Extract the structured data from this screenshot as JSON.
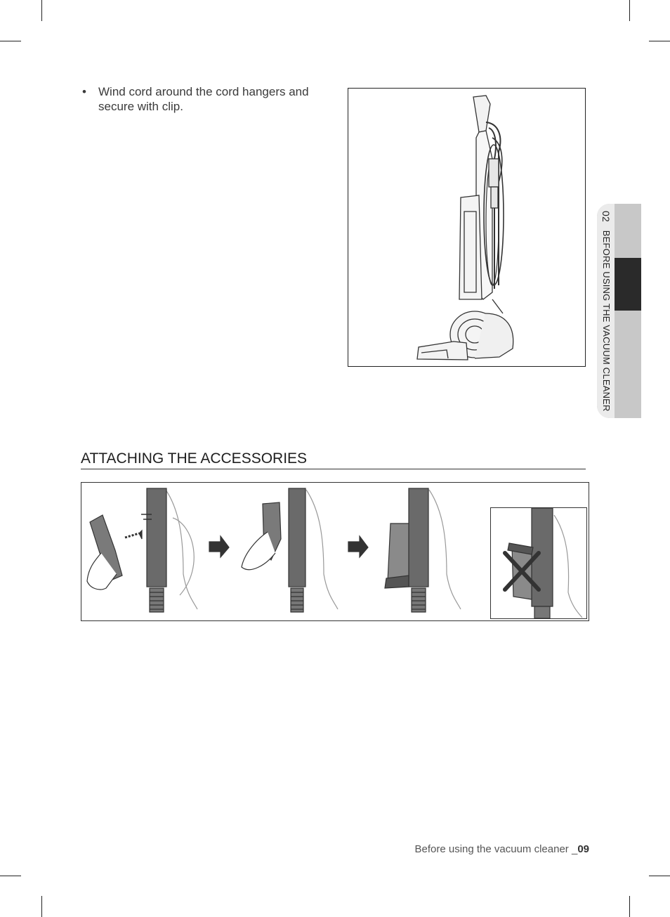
{
  "instruction": {
    "bullet": "•",
    "text": "Wind cord around the cord hangers and secure with clip."
  },
  "side_tab": {
    "number": "02",
    "label": "BEFORE USING THE VACUUM CLEANER"
  },
  "section": {
    "title": "ATTACHING THE ACCESSORIES"
  },
  "footer": {
    "text": "Before using the vacuum cleaner _",
    "page": "09"
  },
  "colors": {
    "tab_light": "#c8c8c8",
    "tab_dark": "#2a2a2a",
    "wand": "#6a6a6a"
  }
}
